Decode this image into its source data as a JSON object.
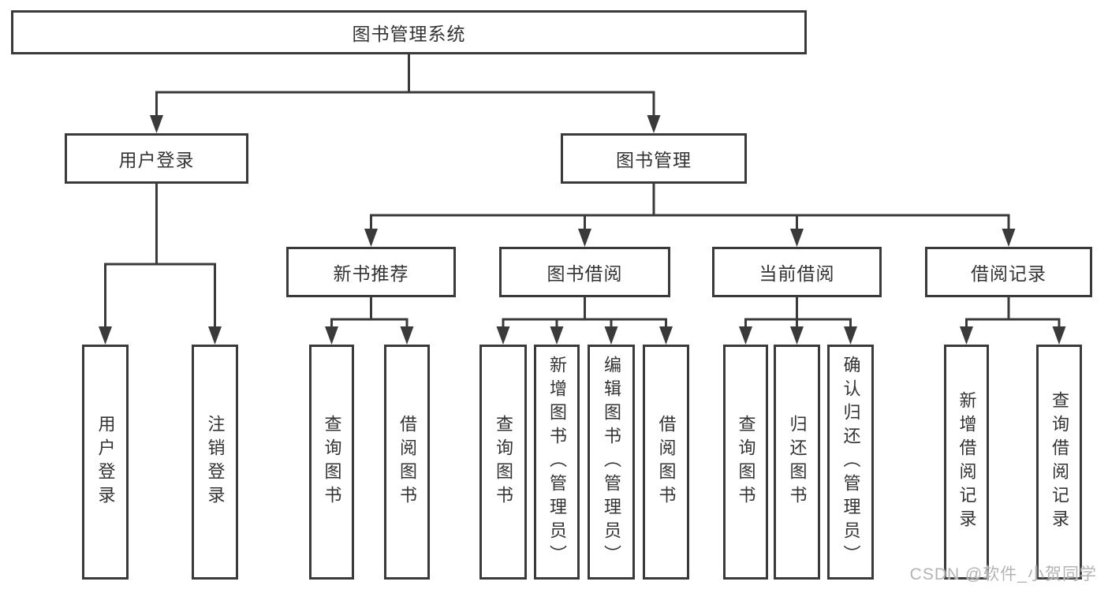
{
  "diagram": {
    "background": "#ffffff",
    "line_color": "#3a3a3a",
    "text_color": "#333333",
    "watermark": {
      "text": "CSDN @软件_小贺同学",
      "color": "#b4b4b4"
    },
    "tree": {
      "label": "图书管理系统",
      "children": [
        {
          "label": "用户登录",
          "children": [
            {
              "label": "用户登录"
            },
            {
              "label": "注销登录"
            }
          ]
        },
        {
          "label": "图书管理",
          "children": [
            {
              "label": "新书推荐",
              "children": [
                {
                  "label": "查询图书"
                },
                {
                  "label": "借阅图书"
                }
              ]
            },
            {
              "label": "图书借阅",
              "children": [
                {
                  "label": "查询图书"
                },
                {
                  "label": "新增图书（管理员）"
                },
                {
                  "label": "编辑图书（管理员）"
                },
                {
                  "label": "借阅图书"
                }
              ]
            },
            {
              "label": "当前借阅",
              "children": [
                {
                  "label": "查询图书"
                },
                {
                  "label": "归还图书"
                },
                {
                  "label": "确认归还（管理员）"
                }
              ]
            },
            {
              "label": "借阅记录",
              "children": [
                {
                  "label": "新增借阅记录"
                },
                {
                  "label": "查询借阅记录"
                }
              ]
            }
          ]
        }
      ]
    }
  }
}
